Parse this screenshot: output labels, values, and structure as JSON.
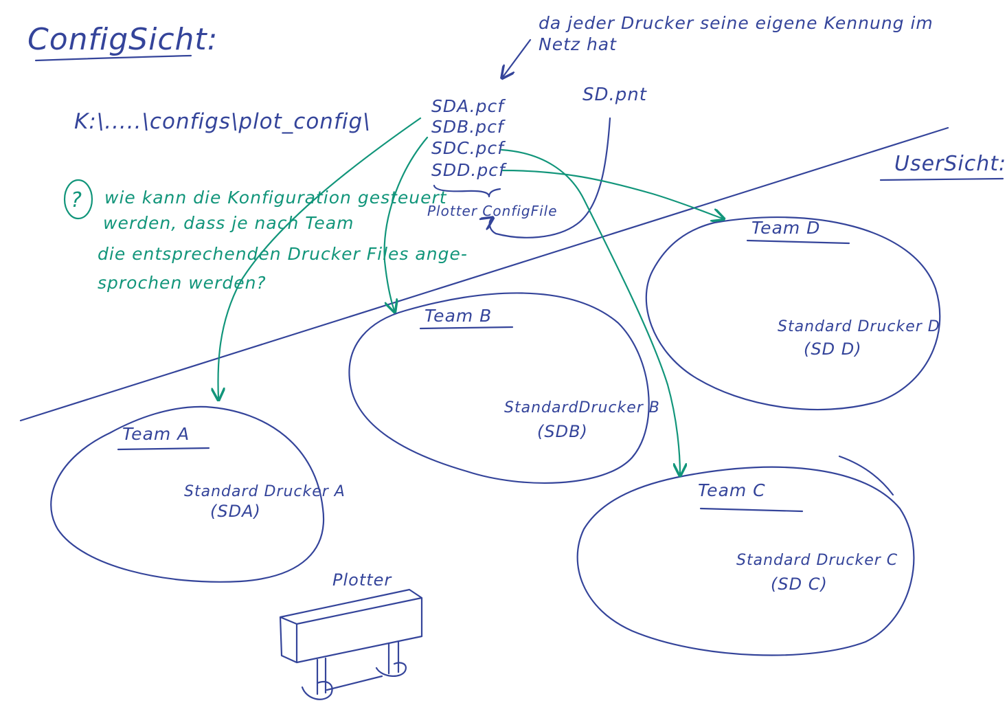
{
  "config_view": {
    "heading": "ConfigSicht:",
    "path": "K:\\.....\\configs\\plot_config\\",
    "files": [
      "SDA.pcf",
      "SDB.pcf",
      "SDC.pcf",
      "SDD.pcf"
    ],
    "files_label": "Plotter ConfigFile",
    "pnt_file": "SD.pnt",
    "note_line1": "da jeder Drucker seine eigene Kennung im",
    "note_line2": "Netz hat"
  },
  "question": {
    "marker": "?",
    "line1": "wie kann die Konfiguration gesteuert",
    "line2": "werden, dass je nach Team",
    "line3": "die entsprechenden Drucker Files ange-",
    "line4": "sprochen werden?"
  },
  "user_view": {
    "heading": "UserSicht:"
  },
  "teams": {
    "a": {
      "name": "Team A",
      "printer": "Standard Drucker A",
      "code": "(SDA)"
    },
    "b": {
      "name": "Team B",
      "printer": "StandardDrucker B",
      "code": "(SDB)"
    },
    "c": {
      "name": "Team C",
      "printer": "Standard Drucker C",
      "code": "(SD C)"
    },
    "d": {
      "name": "Team D",
      "printer": "Standard Drucker D",
      "code": "(SD D)"
    }
  },
  "plotter": {
    "label": "Plotter"
  },
  "colors": {
    "blue_ink": "#34449a",
    "green_ink": "#11957a"
  }
}
